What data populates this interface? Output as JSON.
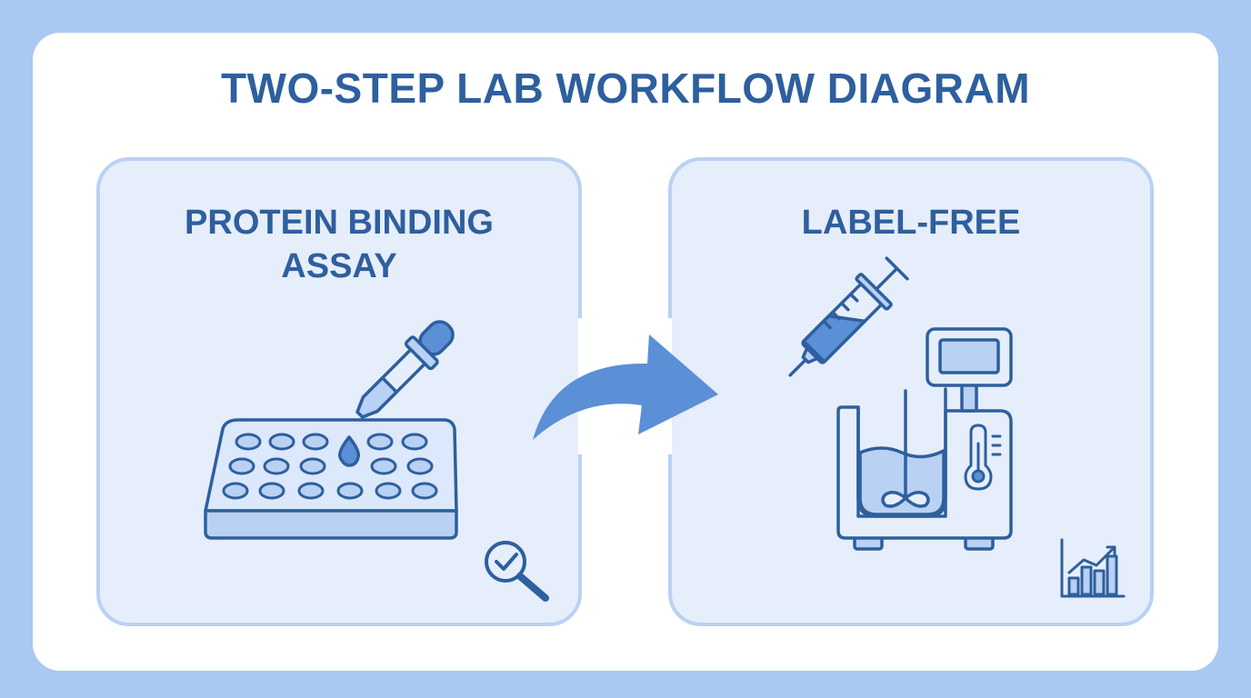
{
  "title": "TWO-STEP LAB WORKFLOW DIAGRAM",
  "steps": [
    {
      "label_line1": "PROTEIN BINDING",
      "label_line2": "ASSAY"
    },
    {
      "label": "LABEL-FREE"
    }
  ],
  "icons": [
    "dropper-icon",
    "well-plate-icon",
    "magnifier-check-icon",
    "arrow-icon",
    "syringe-icon",
    "reactor-instrument-icon",
    "thermometer-icon",
    "bar-chart-icon"
  ],
  "colors": {
    "background": "#a9c8f2",
    "card": "#ffffff",
    "panel_fill": "#e6eefb",
    "panel_border": "#b9d1f3",
    "ink": "#2e5f9e",
    "accent": "#5b8fd6"
  }
}
